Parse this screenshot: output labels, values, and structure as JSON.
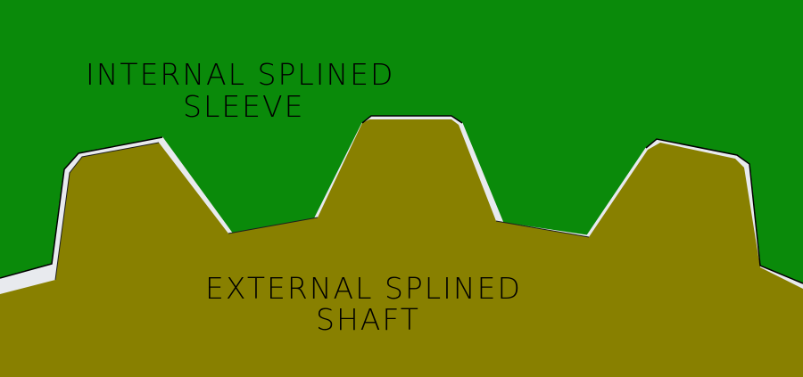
{
  "labels": {
    "sleeve_line1": "INTERNAL SPLINED",
    "sleeve_line2": "SLEEVE",
    "shaft_line1": "EXTERNAL SPLINED",
    "shaft_line2": "SHAFT"
  },
  "colors": {
    "sleeve": "#0a8a0a",
    "shaft": "#888000",
    "gap": "#e8eaee",
    "outline": "#000000"
  }
}
